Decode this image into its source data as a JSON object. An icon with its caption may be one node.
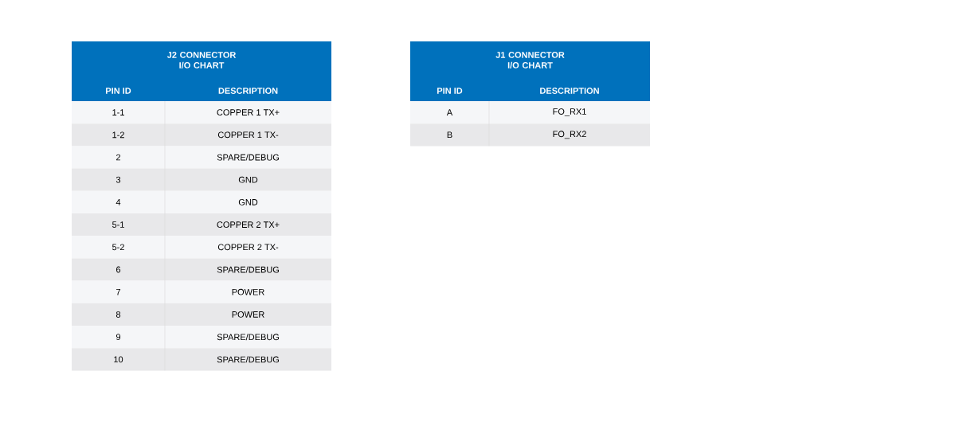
{
  "diagram": {
    "labels": [
      "J2 CONNECTOR I/O CHART",
      "PIN ID",
      "DESCRIPTION",
      "1-1",
      "COPPER 1 TX+",
      "1-2",
      "COPPER 1 TX-",
      "2",
      "SPARE/DEBUG",
      "3",
      "GND",
      "4",
      "GND",
      "5-1",
      "COPPER 2 TX+",
      "5-2",
      "COPPER 2 TX-",
      "6",
      "SPARE/DEBUG",
      "7",
      "POWER",
      "8",
      "POWER",
      "9",
      "SPARE/DEBUG",
      "10",
      "SPARE/DEBUG",
      "J1 CONNECTOR I/O CHART",
      "PIN ID",
      "DESCRIPTION",
      "A",
      "FO_RX1",
      "B",
      "FO_RX2"
    ]
  }
}
